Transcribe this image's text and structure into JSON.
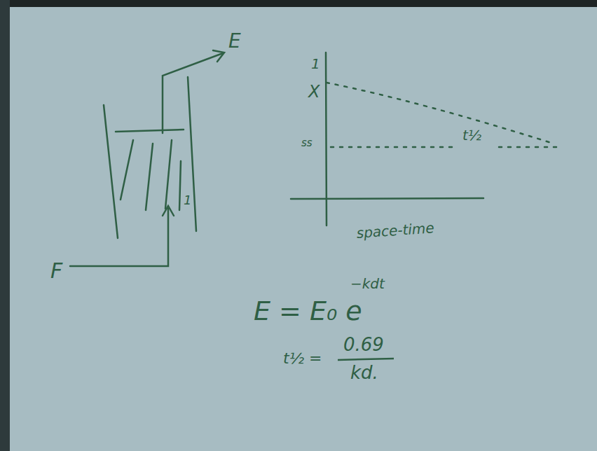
{
  "diagram": {
    "labels": [
      "E",
      "F",
      "1",
      "1",
      "X",
      "ss",
      "t½",
      "space-time",
      "E = E₀ e",
      "−kdt",
      "t½ =",
      "0.69",
      "kd."
    ]
  }
}
